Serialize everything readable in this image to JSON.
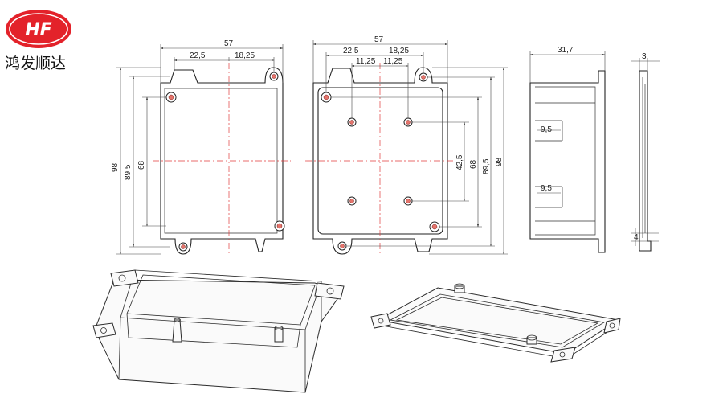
{
  "brand": {
    "logo_text": "HF",
    "company_name": "鸿发顺达",
    "logo_color": "#e3222a"
  },
  "front_view": {
    "width": "57",
    "half_left": "22,5",
    "half_right": "18,25",
    "height_outer": "98",
    "height_mid": "89,5",
    "height_inner": "68"
  },
  "back_view": {
    "width": "57",
    "half_left": "22,5",
    "half_right": "18,25",
    "boss_left": "11,25",
    "boss_right": "11,25",
    "boss_pitch": "42,5",
    "height_inner": "68",
    "height_mid": "89,5",
    "height_outer": "98"
  },
  "side_view": {
    "depth": "31,7",
    "rib_upper": "9,5",
    "rib_lower": "9,5"
  },
  "lid_view": {
    "thickness": "3",
    "flange": "4"
  },
  "colors": {
    "centerline": "#e23b3b",
    "hole_fill": "#e4746c",
    "outline": "#222222"
  }
}
